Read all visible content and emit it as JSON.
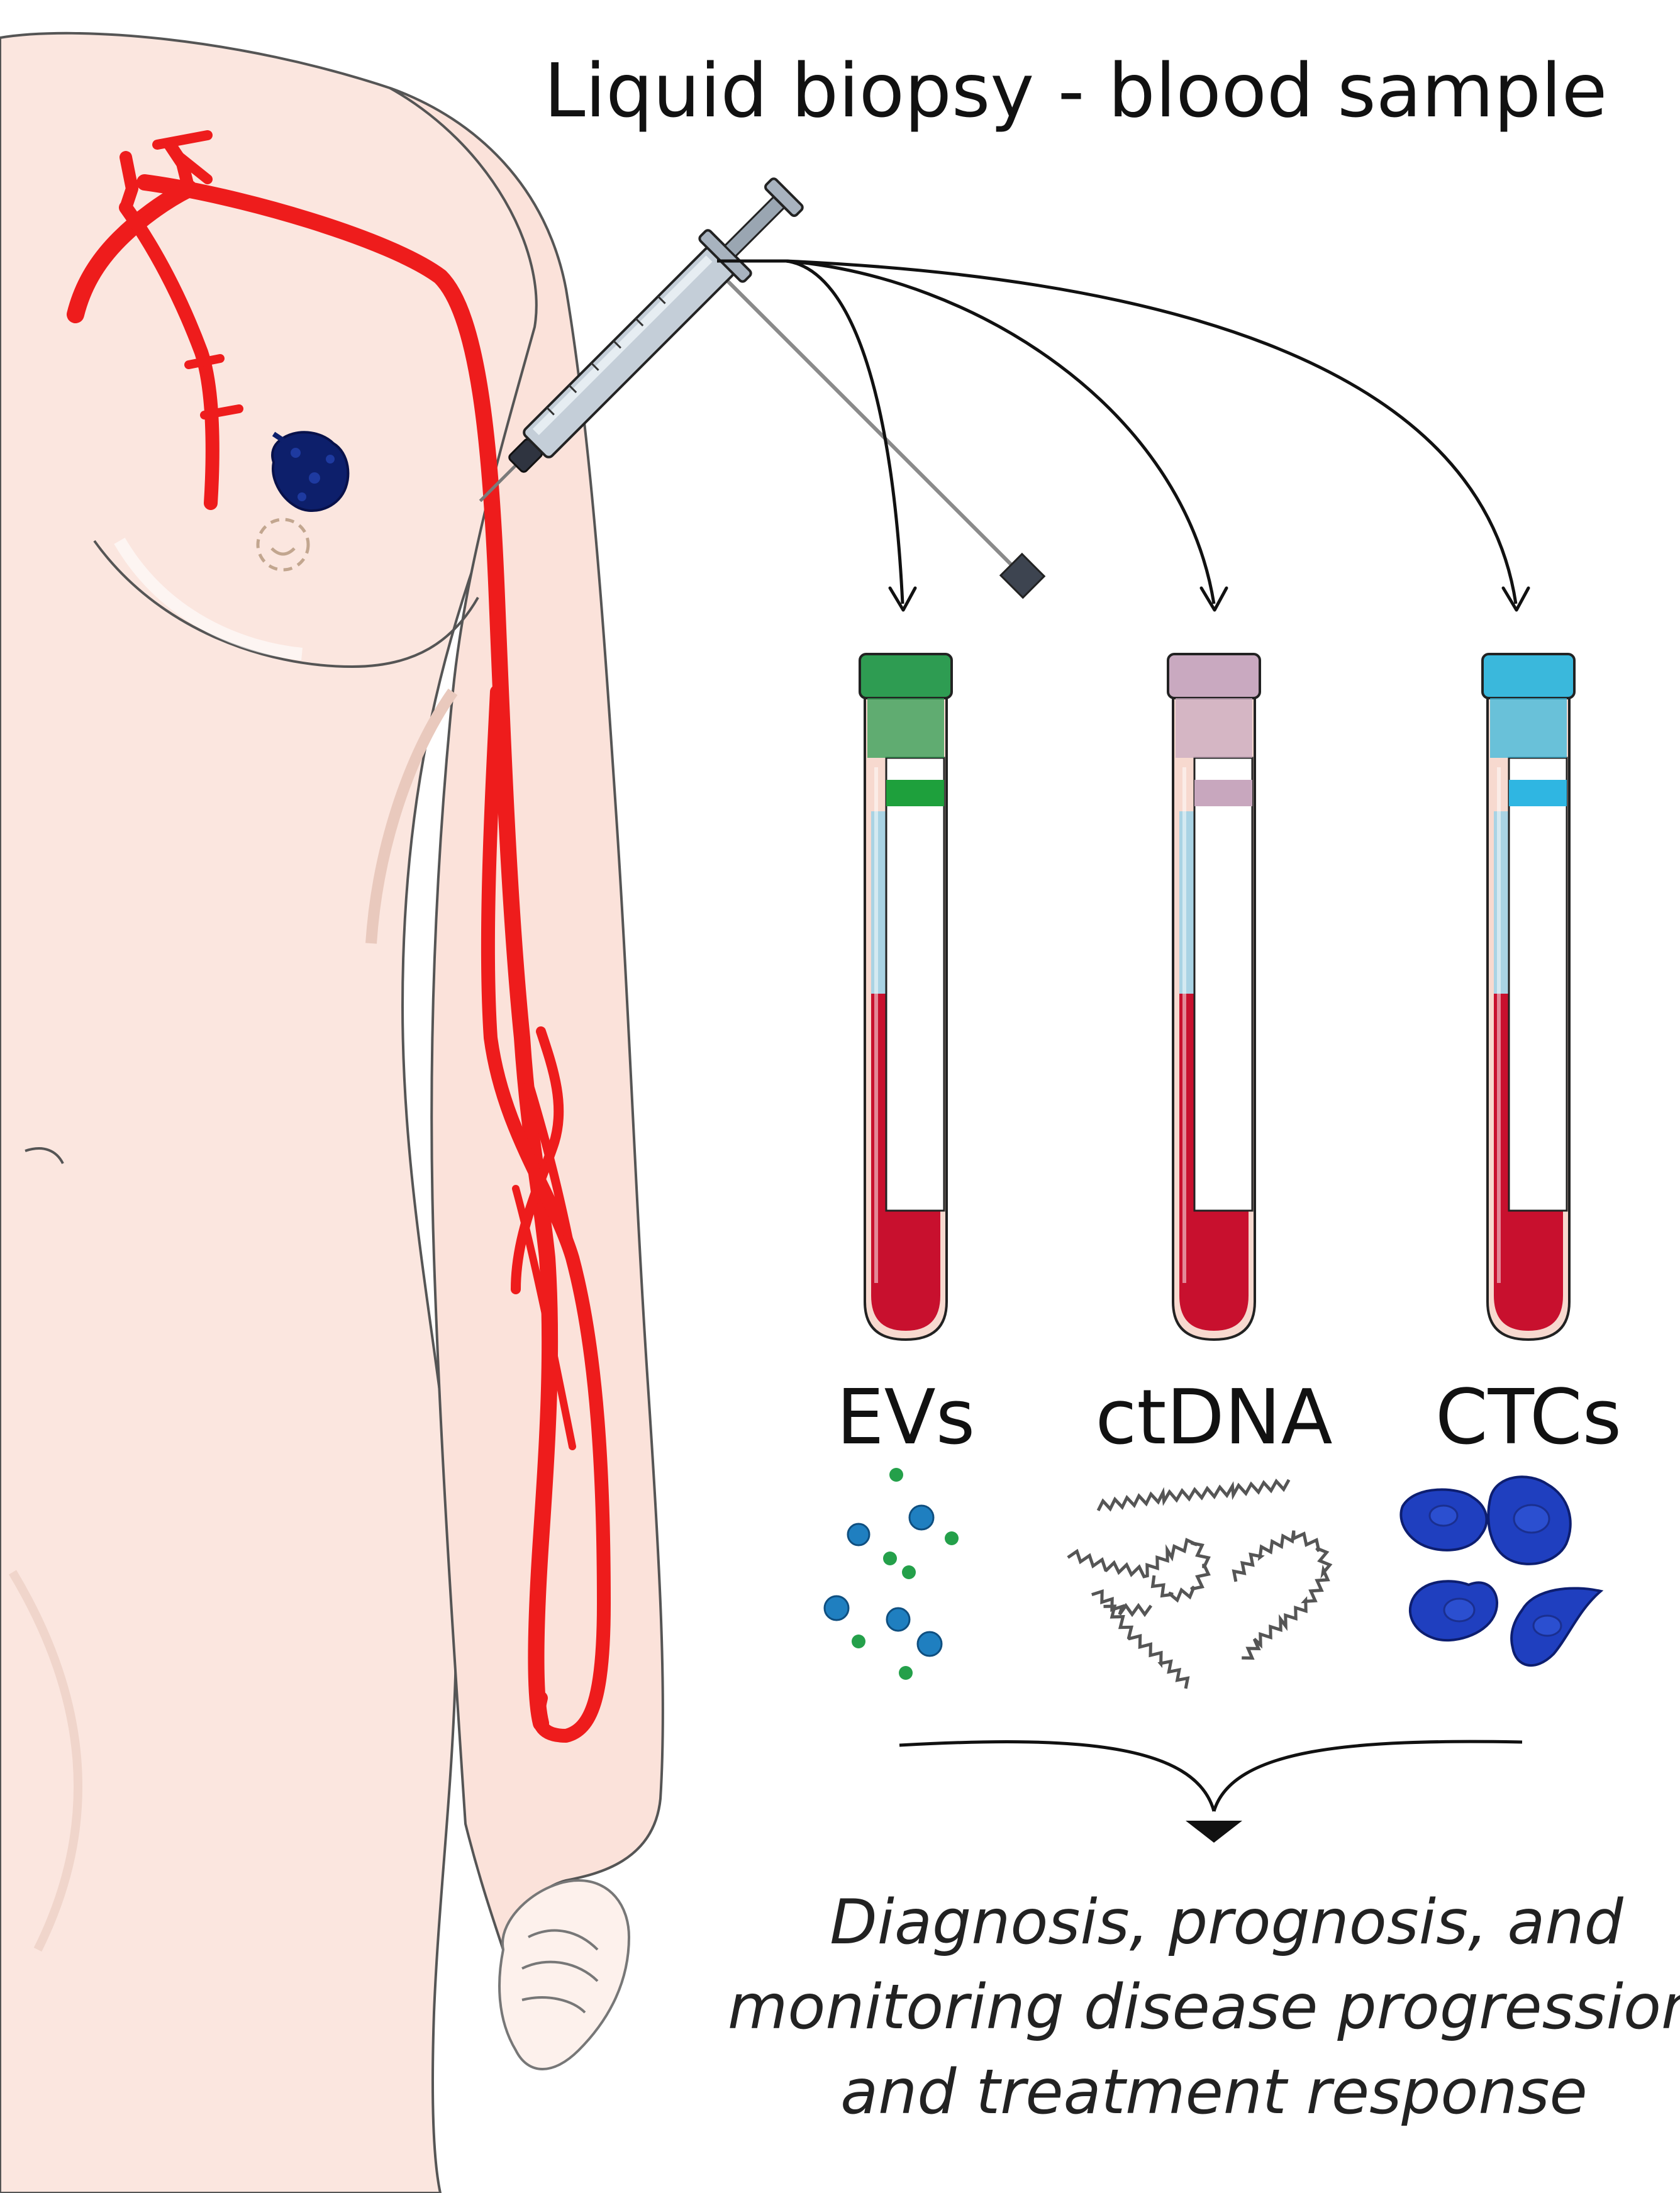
{
  "title": "Liquid biopsy - blood sample",
  "tubes": [
    {
      "label": "EVs",
      "cap_color": "#2e9c52",
      "band_color": "#1ea03c"
    },
    {
      "label": "ctDNA",
      "cap_color": "#c9a9c0",
      "band_color": "#c8a7be"
    },
    {
      "label": "CTCs",
      "cap_color": "#3ab8dc",
      "band_color": "#2fb6e2"
    }
  ],
  "outcome": {
    "line1": "Diagnosis, prognosis, and",
    "line2": "monitoring disease progression",
    "line3": "and treatment response"
  },
  "colors": {
    "skin": "#fbe6df",
    "vessel": "#ee1c1c",
    "blood": "#c8102e",
    "plasma": "#a9d3e4",
    "tumor": "#0d1f6b",
    "ev_blue": "#1f7fc0",
    "ev_green": "#24a04a",
    "ctc": "#1f3fbf"
  }
}
